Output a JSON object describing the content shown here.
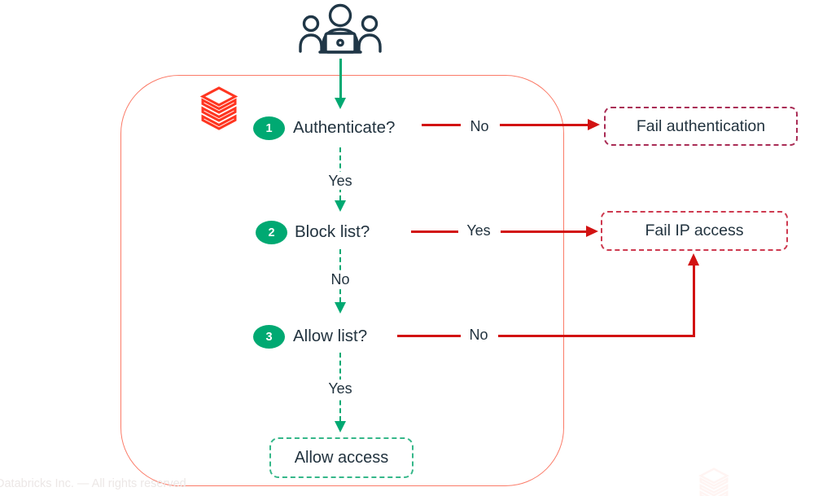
{
  "brand": "Databricks",
  "actors": {
    "users_icon": "users-at-laptop-icon",
    "boundary": "databricks-environment"
  },
  "steps": [
    {
      "number": "1",
      "question": "Authenticate?",
      "branch": {
        "label": "No",
        "target": "Fail authentication"
      },
      "next": {
        "label": "Yes"
      }
    },
    {
      "number": "2",
      "question": "Block list?",
      "branch": {
        "label": "Yes",
        "target": "Fail IP access"
      },
      "next": {
        "label": "No"
      }
    },
    {
      "number": "3",
      "question": "Allow list?",
      "branch": {
        "label": "No",
        "target": "Fail IP access"
      },
      "next": {
        "label": "Yes"
      }
    }
  ],
  "outcomes": {
    "fail_auth": "Fail authentication",
    "fail_ip": "Fail IP access",
    "allow": "Allow access"
  },
  "footer": {
    "copyright": "Databricks Inc. — All rights reserved"
  },
  "colors": {
    "step_green": "#00A972",
    "allow_box_green": "#35B789",
    "arrow_red": "#D21212",
    "boundary_salmon": "#FB7B68",
    "fail_auth_border": "#A92C55",
    "fail_ip_border": "#CE3A50",
    "text_navy": "#22333F",
    "databricks_logo_red": "#FF3621"
  }
}
